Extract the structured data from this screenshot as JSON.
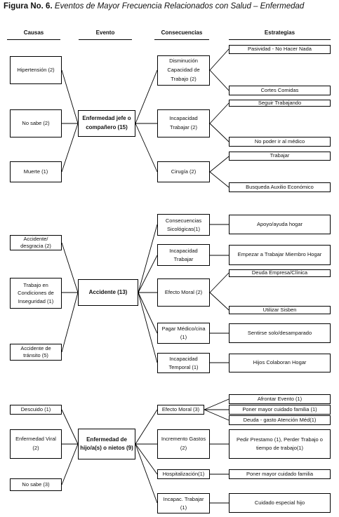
{
  "title": {
    "figure_label": "Figura No. 6.",
    "caption": "Eventos de Mayor Frecuencia Relacionados con Salud – Enfermedad"
  },
  "headers": {
    "causas": "Causas",
    "evento": "Evento",
    "consecuencias": "Consecuencias",
    "estrategias": "Estrategias"
  },
  "groups": [
    {
      "causes": [
        "Hipertensión (2)",
        "No sabe (2)",
        "Muerte (1)"
      ],
      "event": "Enfermedad jefe o compañero (15)",
      "consequences": [
        "Disminución Capacidad de Trabajo (2)",
        "Incapacidad Trabajar (2)",
        "Cirugía (2)"
      ],
      "strategies": [
        "Pasividad - No Hacer Nada",
        "Cortes Comidas",
        "Seguir Trabajando",
        "No poder ir al médico",
        "Trabajar",
        "Busqueda Auxilio Económico"
      ]
    },
    {
      "causes": [
        "Accidente/ desgracia (2)",
        "Trabajo en Condiciones de Inseguridad (1)",
        "Accidente de tránsito (5)"
      ],
      "event": "Accidente (13)",
      "consequences": [
        "Consecuencias Sicológicas(1)",
        "Incapacidad Trabajar",
        "Efecto Moral (2)",
        "Pagar Médico/cina (1)",
        "Incapacidad Temporal (1)"
      ],
      "strategies": [
        "Apoyo/ayuda hogar",
        "Empezar a Trabajar Miembro Hogar",
        "Deuda Empresa/Clínica",
        "Utilizar Sisben",
        "Sentirse solo/desamparado",
        "Hijos Colaboran Hogar"
      ]
    },
    {
      "causes": [
        "Descuido (1)",
        "Enfermedad Viral (2)",
        "No sabe (3)"
      ],
      "event": "Enfermedad de hijo/a(s) o nietos (9)",
      "consequences": [
        "Efecto Moral (3)",
        "Incremento Gastos (2)",
        "Hospitalización(1)",
        "Incapac. Trabajar (1)"
      ],
      "strategies": [
        "Afrontar Evento (1)",
        "Poner mayor cuidado familia (1)",
        "Deuda - gasto Atención Méd(1)",
        "Pedir Prestamo (1), Perder Trabajo o tiempo de trabajo(1)",
        "Poner mayor cuidado familia",
        "Cuidado especial hijo"
      ]
    }
  ]
}
